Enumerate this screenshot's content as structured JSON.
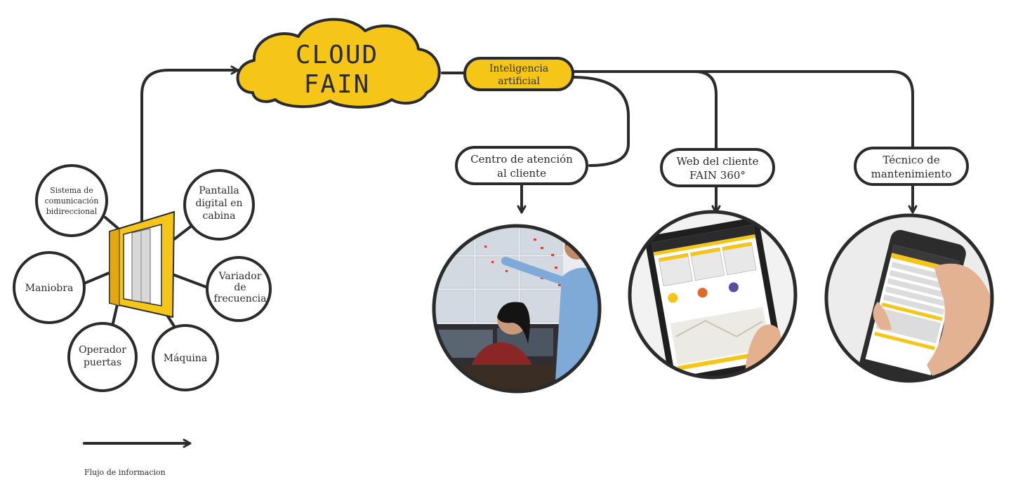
{
  "colors": {
    "accent": "#f5c518",
    "ink": "#2b2b2b",
    "paper": "#ffffff"
  },
  "cloud": {
    "line1": "CLOUD",
    "line2": "FAIN"
  },
  "ai_node": {
    "line1": "Inteligencia",
    "line2": "artificial"
  },
  "outputs": [
    {
      "line1": "Centro de atención",
      "line2": "al cliente",
      "image": "control-room-photo"
    },
    {
      "line1": "Web del cliente",
      "line2": "FAIN 360°",
      "image": "tablet-photo"
    },
    {
      "line1": "Técnico de",
      "line2": "mantenimiento",
      "image": "smartphone-photo"
    }
  ],
  "elevator": {
    "icon": "elevator-cabin-icon",
    "components": [
      {
        "lines": [
          "Sistema de",
          "comunicación",
          "bidireccional"
        ]
      },
      {
        "lines": [
          "Pantalla",
          "digital en",
          "cabina"
        ]
      },
      {
        "lines": [
          "Variador",
          "de",
          "frecuencia"
        ]
      },
      {
        "lines": [
          "Maniobra"
        ]
      },
      {
        "lines": [
          "Operador",
          "puertas"
        ]
      },
      {
        "lines": [
          "Máquina"
        ]
      }
    ]
  },
  "legend": {
    "label": "Flujo de informacion"
  }
}
